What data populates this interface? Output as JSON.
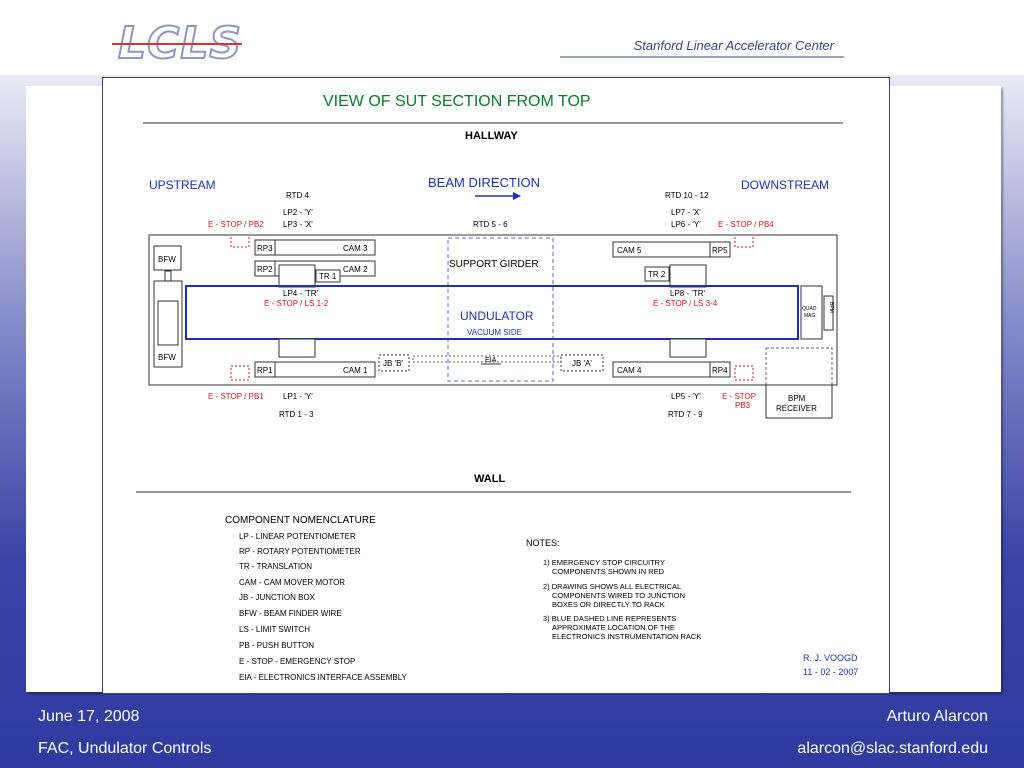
{
  "header": {
    "logo_text": "LCLS",
    "org": "Stanford Linear Accelerator Center"
  },
  "diagram": {
    "title": "VIEW  OF  SUT  SECTION  FROM  TOP",
    "hallway": "HALLWAY",
    "wall": "WALL",
    "upstream": "UPSTREAM",
    "downstream": "DOWNSTREAM",
    "beam_direction": "BEAM  DIRECTION",
    "rtd4": "RTD 4",
    "lp2": "LP2 - 'Y'",
    "lp3": "LP3 - 'X'",
    "estop_pb2": "E - STOP / PB2",
    "rtd56": "RTD 5 - 6",
    "rtd1012": "RTD 10 - 12",
    "lp7": "LP7 - 'X'",
    "lp6": "LP6 - 'Y'",
    "estop_pb4": "E - STOP / PB4",
    "bfw": "BFW",
    "rp3": "RP3",
    "cam3": "CAM 3",
    "rp2": "RP2",
    "cam2": "CAM 2",
    "tr1": "TR 1",
    "support_girder": "SUPPORT GIRDER",
    "cam5": "CAM 5",
    "rp5": "RP5",
    "tr2": "TR 2",
    "lp4": "LP4 - 'TR'",
    "estop_ls12": "E - STOP / LS 1-2",
    "undulator": "UNDULATOR",
    "vacuum_side": "VACUUM  SIDE",
    "lp8": "LP8 - 'TR'",
    "estop_ls34": "E - STOP / LS 3-4",
    "quad": "QUAD",
    "mag": "MAG",
    "bpm_v": "BPM",
    "rp1": "RP1",
    "cam1": "CAM 1",
    "jbb": "JB 'B'",
    "eia": "EIA",
    "jba": "JB 'A'",
    "cam4": "CAM 4",
    "rp4": "RP4",
    "estop_pb1": "E - STOP / PB1",
    "lp1": "LP1 - 'Y'",
    "rtd13": "RTD 1 - 3",
    "lp5": "LP5 - 'Y'",
    "estop_a": "E - STOP",
    "pb3": "PB3",
    "rtd79": "RTD 7 - 9",
    "bpm": "BPM",
    "receiver": "RECEIVER",
    "nomenclature_title": "COMPONENT  NOMENCLATURE",
    "nomenclature": [
      "LP  -  LINEAR  POTENTIOMETER",
      "RP  -  ROTARY  POTENTIOMETER",
      "TR  -  TRANSLATION",
      "CAM  -  CAM  MOVER  MOTOR",
      "JB  -  JUNCTION  BOX",
      "BFW  -  BEAM  FINDER  WIRE",
      "LS  -  LIMIT  SWITCH",
      "PB  -  PUSH  BUTTON",
      "E - STOP  -  EMERGENCY  STOP",
      "EIA - ELECTRONICS  INTERFACE  ASSEMBLY"
    ],
    "notes_title": "NOTES:",
    "notes": [
      "1) EMERGENCY  STOP  CIRCUITRY",
      "COMPONENTS  SHOWN  IN  RED",
      "2) DRAWING  SHOWS  ALL  ELECTRICAL",
      "COMPONENTS  WIRED TO  JUNCTION",
      "BOXES  OR  DIRECTLY  TO  RACK",
      "3) BLUE  DASHED  LINE  REPRESENTS",
      "APPROXIMATE  LOCATION  OF  THE",
      "ELECTRONICS  INSTRUMENTATION  RACK"
    ],
    "author": "R. J.  VOOGD",
    "date": "11 - 02 - 2007"
  },
  "footer": {
    "date": "June 17, 2008",
    "event": "FAC, Undulator Controls",
    "presenter": "Arturo Alarcon",
    "email": "alarcon@slac.stanford.edu"
  },
  "colors": {
    "red": "#e0141e",
    "blue": "#1f30b8",
    "green": "#0a7a2a",
    "slide_bg": "#2f3aa0"
  }
}
